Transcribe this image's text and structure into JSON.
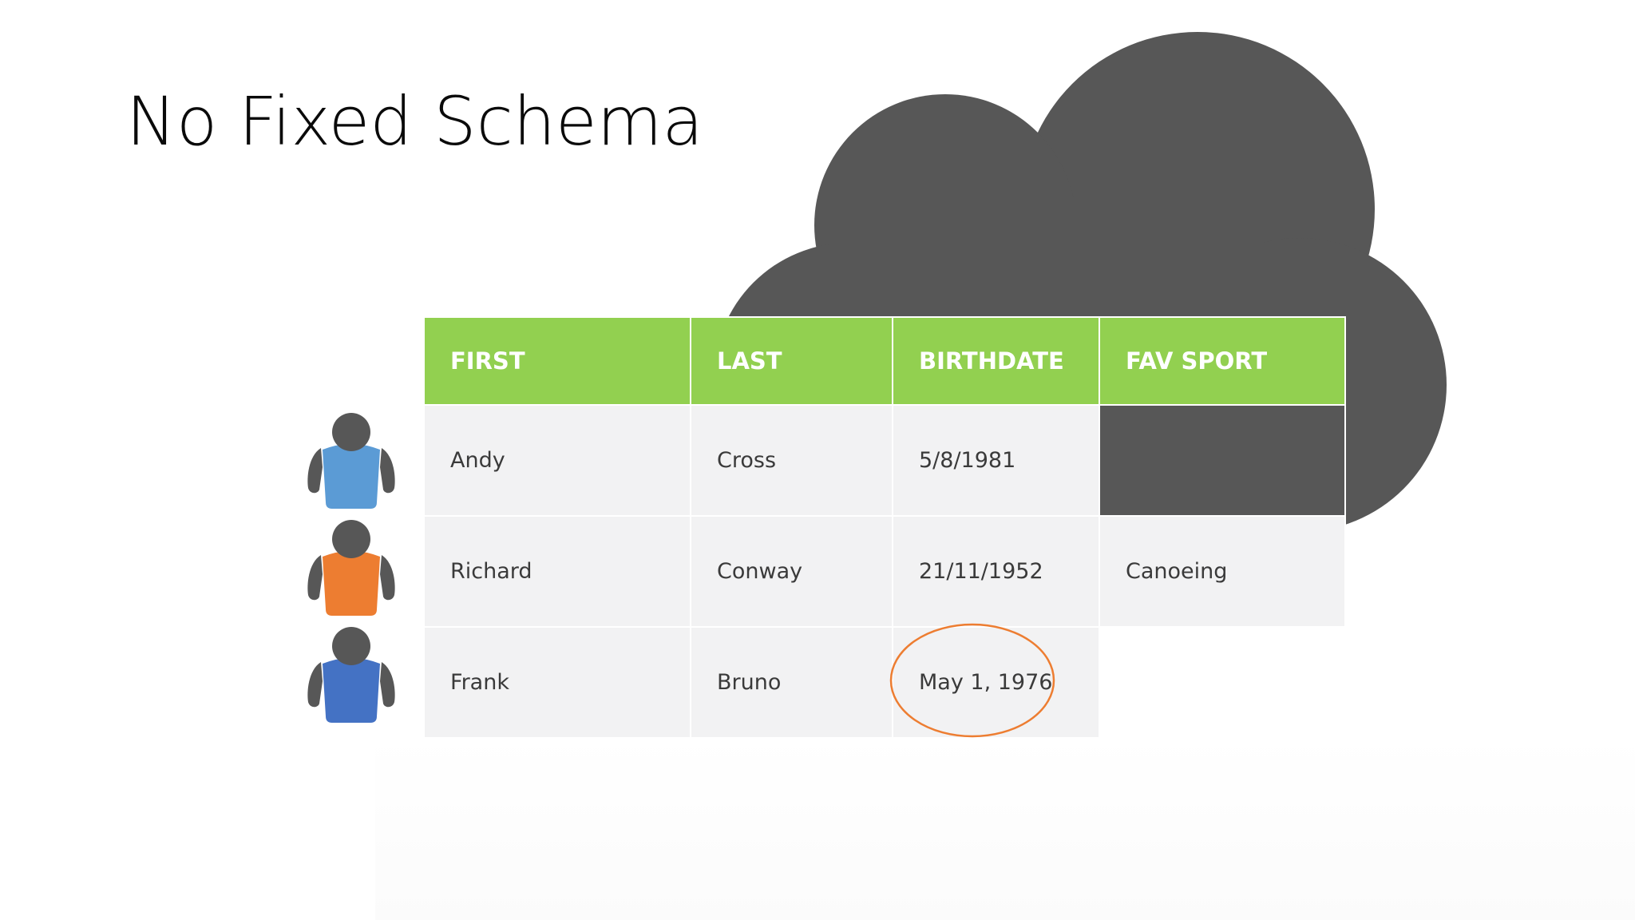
{
  "slide": {
    "title": "No Fixed Schema"
  },
  "table": {
    "headers": [
      "FIRST",
      "LAST",
      "BIRTHDATE",
      "FAV SPORT"
    ],
    "rows": [
      {
        "first": "Andy",
        "last": "Cross",
        "birthdate": "5/8/1981",
        "fav_sport": ""
      },
      {
        "first": "Richard",
        "last": "Conway",
        "birthdate": "21/11/1952",
        "fav_sport": "Canoeing"
      },
      {
        "first": "Frank",
        "last": "Bruno",
        "birthdate": "May 1, 1976",
        "fav_sport": ""
      }
    ],
    "header_color": "#92d050",
    "highlighted_cell": "Frank birthdate"
  },
  "people_icons": [
    {
      "icon": "person-icon",
      "shirt_color": "#5b9bd5"
    },
    {
      "icon": "person-icon",
      "shirt_color": "#ed7d31"
    },
    {
      "icon": "person-icon",
      "shirt_color": "#4472c4"
    }
  ],
  "decor": {
    "cloud_icon": "cloud-icon",
    "cloud_color": "#575757",
    "highlight_ellipse_color": "#ed7d31"
  }
}
